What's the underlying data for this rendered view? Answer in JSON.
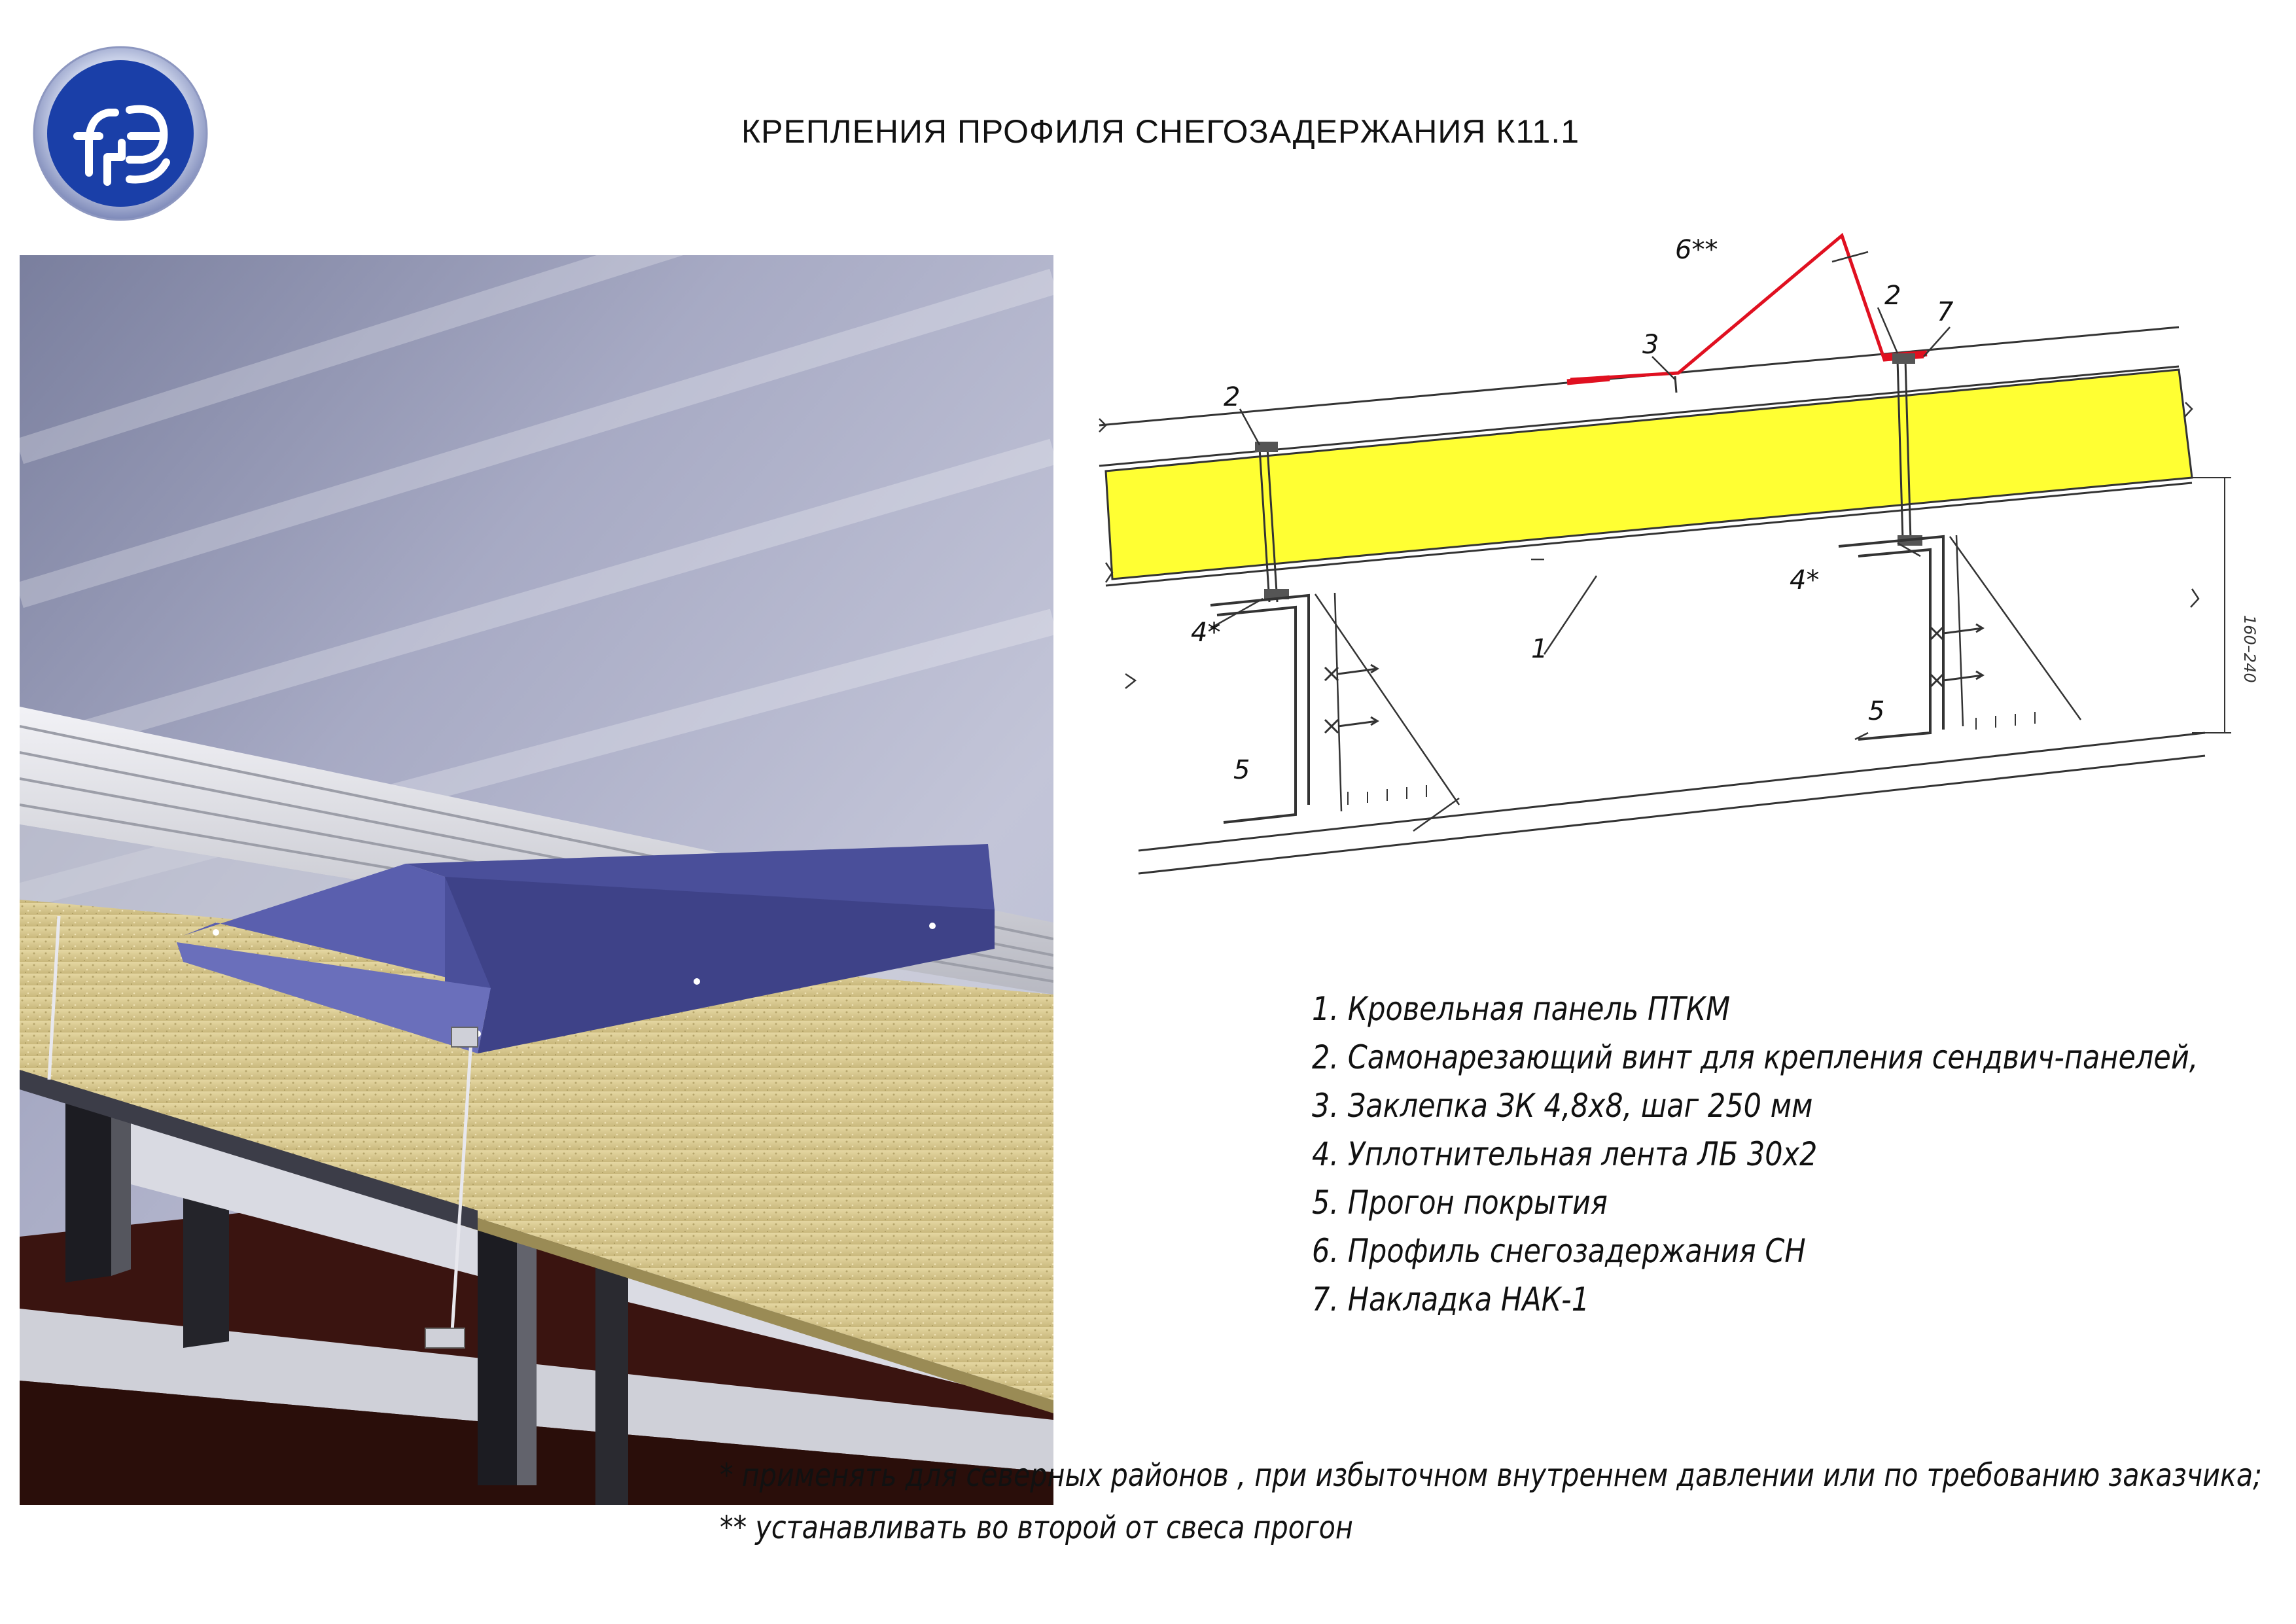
{
  "page": {
    "title": "КРЕПЛЕНИЯ ПРОФИЛЯ СНЕГОЗАДЕРЖАНИЯ К11.1"
  },
  "logo": {
    "icon": "company-logo-icon",
    "ring_color": "#1a3fa8",
    "outer_color": "#a8b4d8"
  },
  "colors": {
    "insulation": "#ffff33",
    "snow_guard_profile": "#e01020",
    "render_profile": "#4a4f9a",
    "render_wool": "#d8c890"
  },
  "diagram": {
    "callouts": {
      "c1": "1",
      "c2_left": "2",
      "c2_right": "2",
      "c3": "3",
      "c4_left": "4*",
      "c4_right": "4*",
      "c5_left": "5",
      "c5_right": "5",
      "c6": "6**",
      "c7": "7"
    }
  },
  "legend": {
    "items": [
      "1. Кровельная панель ПТКМ",
      "2. Самонарезающий винт для крепления сендвич-панелей,",
      "3. Заклепка ЗК 4,8х8, шаг 250 мм",
      "4. Уплотнительная лента ЛБ 30х2",
      "5. Прогон покрытия",
      "6. Профиль снегозадержания СН",
      "7. Накладка НАК-1"
    ]
  },
  "notes": [
    "* применять для  северных районов , при избыточном внутреннем давлении или по требованию заказчика;",
    "** устанавливать во второй от свеса прогон"
  ]
}
